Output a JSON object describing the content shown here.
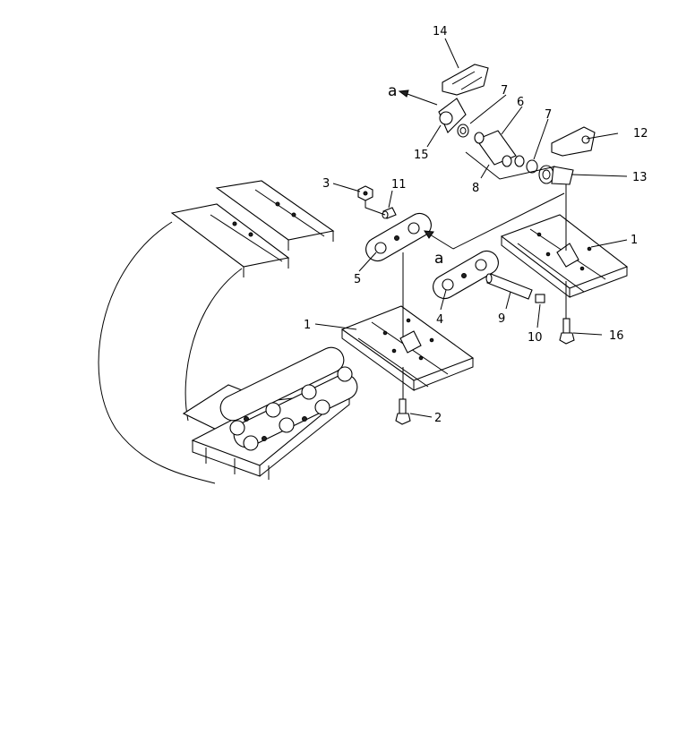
{
  "callouts": [
    {
      "id": "c1a",
      "text": "1"
    },
    {
      "id": "c1b",
      "text": "1"
    },
    {
      "id": "c2",
      "text": "2"
    },
    {
      "id": "c3",
      "text": "3"
    },
    {
      "id": "c4",
      "text": "4"
    },
    {
      "id": "c5",
      "text": "5"
    },
    {
      "id": "c6",
      "text": "6"
    },
    {
      "id": "c7a",
      "text": "7"
    },
    {
      "id": "c7b",
      "text": "7"
    },
    {
      "id": "c8",
      "text": "8"
    },
    {
      "id": "c9",
      "text": "9"
    },
    {
      "id": "c10",
      "text": "10"
    },
    {
      "id": "c11",
      "text": "11"
    },
    {
      "id": "c12",
      "text": "12"
    },
    {
      "id": "c13",
      "text": "13"
    },
    {
      "id": "c14",
      "text": "14"
    },
    {
      "id": "c15",
      "text": "15"
    },
    {
      "id": "c16",
      "text": "16"
    }
  ],
  "markers": [
    {
      "id": "a-upper",
      "text": "a"
    },
    {
      "id": "a-lower",
      "text": "a"
    }
  ]
}
